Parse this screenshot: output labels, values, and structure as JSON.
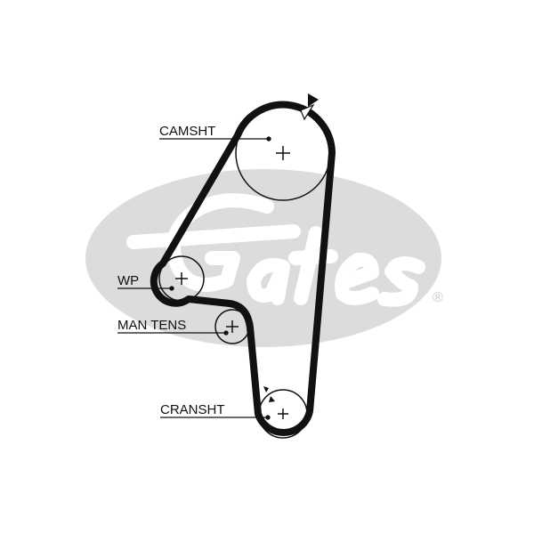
{
  "watermark": {
    "logo_text": "Gates",
    "registered_mark": "®",
    "color": "#d9d9d9"
  },
  "labels": {
    "camshaft": "CAMSHT",
    "water_pump": "WP",
    "tensioner": "MAN TENS",
    "crankshaft": "CRANSHT"
  },
  "colors": {
    "belt": "#111111",
    "pulley": "#111111"
  }
}
